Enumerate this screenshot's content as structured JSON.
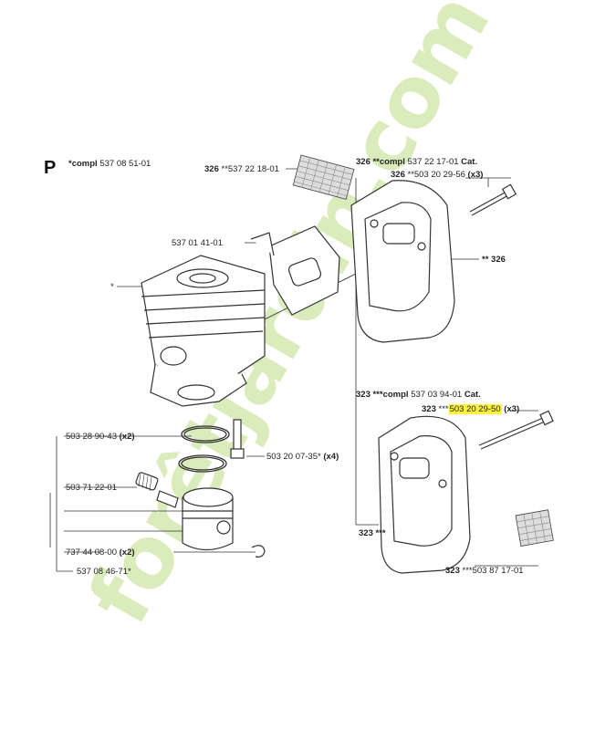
{
  "section_letter": "P",
  "labels": {
    "cyl_compl_prefix": "*compl",
    "cyl_compl_num": "537 08 51-01",
    "screen_ref": "326",
    "screen_num": "**537 22 18-01",
    "muffler1_compl_prefix": "326 **compl",
    "muffler1_compl_num": "537 22 17-01",
    "cat": "Cat.",
    "bolt1_ref": "326",
    "bolt1_num": "**503 20 29-56",
    "bolt1_qty": "(x3)",
    "gasket_num": "537 01 41-01",
    "cyl_star": "*",
    "muffler1_ref": "** 326",
    "muffler2_compl_prefix": "323 ***compl",
    "muffler2_compl_num": "537 03 94-01",
    "bolt2_ref": "323",
    "bolt2_stars": "***",
    "bolt2_num": "503 20 29-50",
    "bolt2_qty": "(x3)",
    "ring_num": "503 28 90-43",
    "ring_qty": "(x2)",
    "stud_num": "503 20 07-35*",
    "stud_qty": "(x4)",
    "bearing_num": "503 71 22-01",
    "muffler2_ref": "323 ***",
    "circlip_num": "737 44 08-00",
    "circlip_qty": "(x2)",
    "screen2_ref": "323",
    "screen2_num": "***503 87 17-01",
    "piston_num": "537 08 46-71*"
  },
  "watermark": "forêtjardin.com",
  "colors": {
    "highlight": "#fff23a",
    "watermark_green": "#c8e3a0",
    "watermark_orange": "#f3c79a",
    "line": "#333333"
  }
}
